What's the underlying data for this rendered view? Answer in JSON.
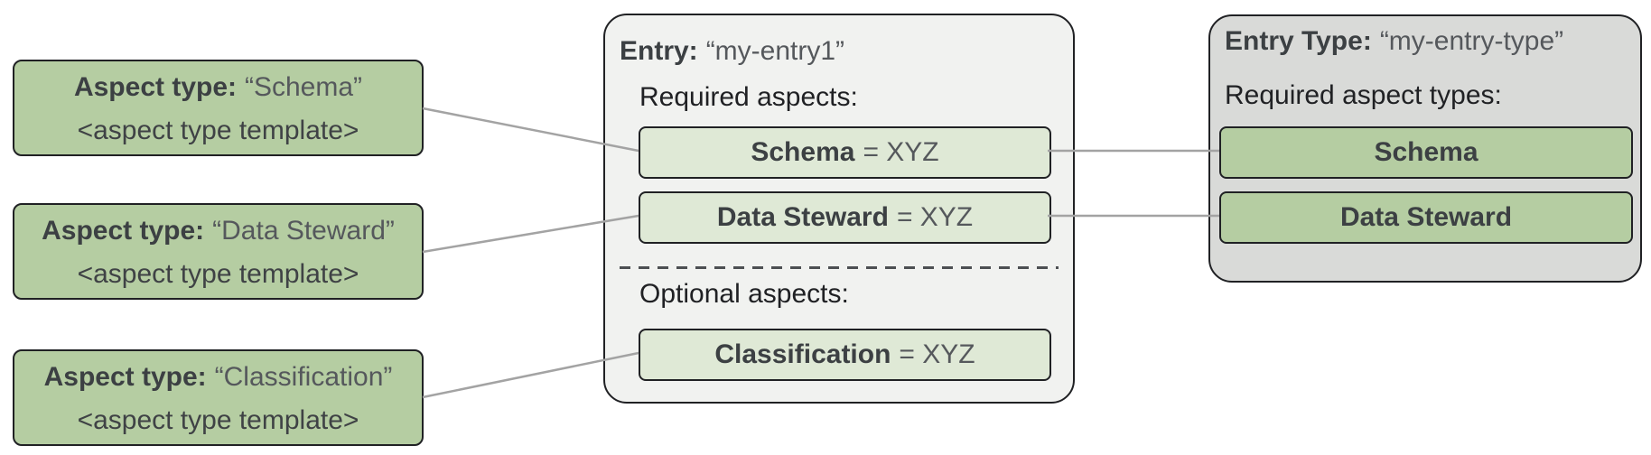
{
  "diagram": {
    "aspect_types": [
      {
        "label": "Aspect type:",
        "name": "“Schema”",
        "template": "<aspect type template>"
      },
      {
        "label": "Aspect type:",
        "name": "“Data Steward”",
        "template": "<aspect type template>"
      },
      {
        "label": "Aspect type:",
        "name": "“Classification”",
        "template": "<aspect type template>"
      }
    ],
    "entry": {
      "label": "Entry:",
      "name": "“my-entry1”",
      "required_heading": "Required aspects:",
      "required": [
        {
          "name": "Schema",
          "value": "= XYZ"
        },
        {
          "name": "Data Steward",
          "value": "= XYZ"
        }
      ],
      "optional_heading": "Optional aspects:",
      "optional": [
        {
          "name": "Classification",
          "value": "= XYZ"
        }
      ]
    },
    "entry_type": {
      "label": "Entry Type:",
      "name": "“my-entry-type”",
      "required_heading": "Required aspect types:",
      "required": [
        "Schema",
        "Data Steward"
      ]
    },
    "connections": [
      {
        "from": "aspect-type-schema",
        "to": "entry-required-schema"
      },
      {
        "from": "aspect-type-data-steward",
        "to": "entry-required-data-steward"
      },
      {
        "from": "aspect-type-classification",
        "to": "entry-optional-classification"
      },
      {
        "from": "entry-required-schema",
        "to": "entry-type-required-schema"
      },
      {
        "from": "entry-required-data-steward",
        "to": "entry-type-required-data-steward"
      }
    ],
    "colors": {
      "aspect_green": "#b5cda2",
      "aspect_light_green": "#dfe9d6",
      "entry_bg": "#f1f2f0",
      "entry_type_bg": "#d9dad8",
      "border": "#202124",
      "connector": "#a3a3a3",
      "divider": "#4c4f52",
      "heading_text": "#202124",
      "bold_text": "#3c4043",
      "muted_text": "#55585c"
    }
  }
}
